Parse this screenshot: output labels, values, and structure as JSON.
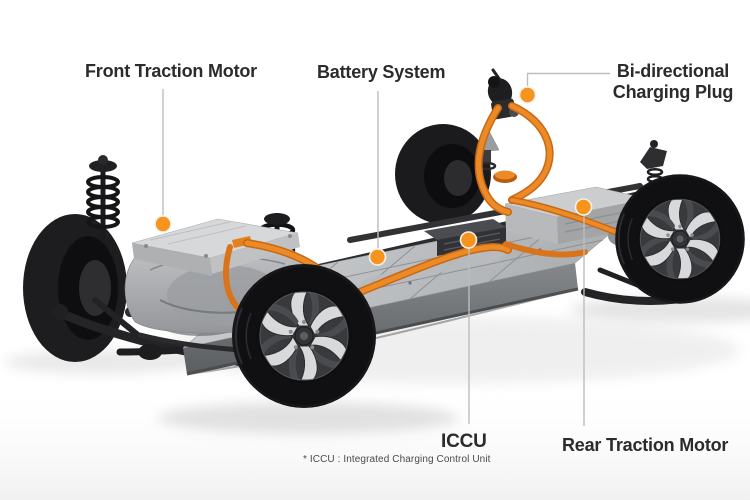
{
  "figure": {
    "type": "annotated-diagram",
    "subject": "Electric vehicle skateboard platform chassis with component callouts",
    "labels": {
      "front_motor": "Front Traction Motor",
      "battery": "Battery System",
      "charging_plug": "Bi-directional Charging Plug",
      "iccu": "ICCU",
      "rear_motor": "Rear Traction Motor",
      "footnote": "* ICCU : Integrated Charging Control Unit"
    },
    "colors": {
      "marker_orange": "#F7941D",
      "leader_line_gray": "#BDBDBD",
      "label_text": "#2B2B2B",
      "footnote_text": "#4A4A4A",
      "cable_orange": "#E5801F",
      "background": "#FFFFFF"
    }
  }
}
